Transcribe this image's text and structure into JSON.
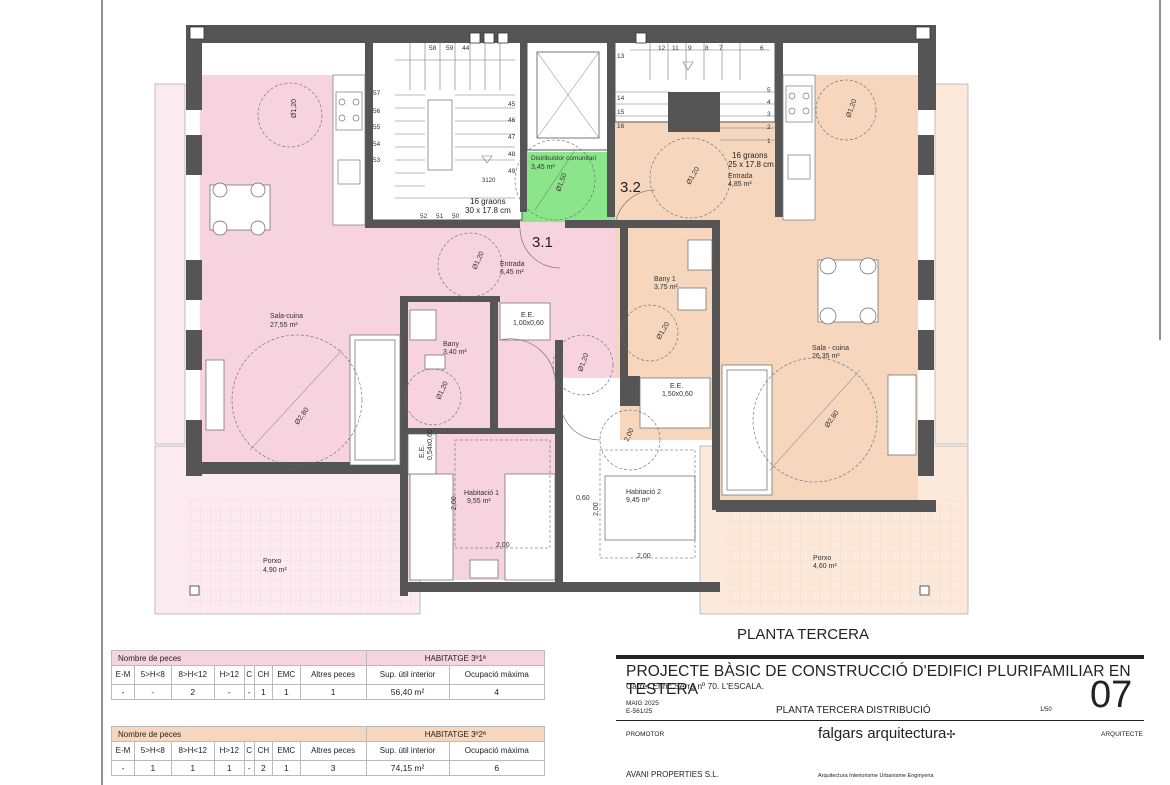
{
  "rooms": {
    "sala_cuina_1": {
      "name": "Sala-cuina",
      "area": "27,55 m²",
      "circle": "Ø2,80"
    },
    "entrada_1": {
      "name": "Entrada",
      "area": "6,45 m²",
      "circle": "Ø1,20"
    },
    "bany_1": {
      "name": "Bany",
      "area": "3,40 m²",
      "circle": "Ø1,20"
    },
    "ee_1": {
      "name": "E.E.",
      "dims": "1,00x0,60"
    },
    "ee_small": {
      "name": "E.E.",
      "dims": "0,54x0,60"
    },
    "habitacio_1": {
      "name": "Habitació 1",
      "area": "9,55 m²",
      "dim_v": "2,00",
      "dim_h": "2,00"
    },
    "porxo_1": {
      "name": "Porxo",
      "area": "4,90 m²"
    },
    "distribuidor": {
      "name": "Distribuïdor comunitari",
      "area": "3,45 m²",
      "circle": "Ø1,50"
    },
    "stairs_1": {
      "name": "16 graons",
      "dims": "30 x 17.8 cm",
      "level": "3120"
    },
    "entrada_2": {
      "name": "Entrada",
      "area": "4,85 m²",
      "circle": "Ø1,20"
    },
    "stairs_2": {
      "name": "16 graons",
      "dims": "25 x 17.8 cm"
    },
    "bany_2": {
      "name": "Bany 1",
      "area": "3,75 m²",
      "circle": "Ø1,20"
    },
    "ee_2": {
      "name": "E.E.",
      "dims": "1,50x0,60"
    },
    "habitacio_2": {
      "name": "Habitació 2",
      "area": "9,45 m²",
      "dim_v": "2,00",
      "dim_h": "2,00",
      "dim_side": "0,60"
    },
    "sala_cuina_2": {
      "name": "Sala - cuina",
      "area": "26,35 m²",
      "circle": "Ø2,80"
    },
    "porxo_2": {
      "name": "Porxo",
      "area": "4,60 m²"
    }
  },
  "unit_labels": {
    "u1": "3.1",
    "u2": "3.2"
  },
  "step_numbers_left_top": [
    "58",
    "59",
    "44"
  ],
  "step_numbers_left_l": [
    "57",
    "56",
    "55",
    "54",
    "53"
  ],
  "step_numbers_left_r": [
    "45",
    "46",
    "47",
    "48",
    "49"
  ],
  "step_numbers_left_bottom": [
    "52",
    "51",
    "50"
  ],
  "step_numbers_right_top": [
    "12",
    "11",
    "9",
    "8",
    "7",
    "6"
  ],
  "step_numbers_right_l": [
    "13",
    "14",
    "15",
    "16"
  ],
  "step_numbers_right_r": [
    "5",
    "4",
    "3",
    "2",
    "1"
  ],
  "plan_title": "PLANTA TERCERA",
  "table1": {
    "left_header": "Nombre de peces",
    "right_header": "HABITATGE 3º1ª",
    "columns": [
      "E-M",
      "5>H<8",
      "8>H<12",
      "H>12",
      "C",
      "CH",
      "EMC",
      "Altres peces",
      "Sup. útil interior",
      "Ocupació màxima"
    ],
    "values": [
      "-",
      "-",
      "2",
      "-",
      "-",
      "1",
      "1",
      "1",
      "56,40 m²",
      "4"
    ]
  },
  "table2": {
    "left_header": "Nombre de peces",
    "right_header": "HABITATGE 3º2ª",
    "columns": [
      "E-M",
      "5>H<8",
      "8>H<12",
      "H>12",
      "C",
      "CH",
      "EMC",
      "Altres peces",
      "Sup. útil interior",
      "Ocupació màxima"
    ],
    "values": [
      "-",
      "1",
      "1",
      "1",
      "-",
      "2",
      "1",
      "3",
      "74,15 m²",
      "6"
    ]
  },
  "title_block": {
    "project": "PROJECTE BÀSIC DE CONSTRUCCIÓ D'EDIFICI PLURIFAMILIAR EN TESTERA",
    "address": "Carrer Enric Serra nº 70. L'ESCALA.",
    "date": "MAIG 2025",
    "code": "E-561/25",
    "drawing": "PLANTA TERCERA DISTRIBUCIÓ",
    "scale": "1/50",
    "sheet": "07",
    "promotor_label": "PROMOTOR",
    "architect_label": "ARQUITECTE",
    "firm": "falgars arquitectura",
    "promotor": "AVANI PROPERTIES S.L.",
    "services": "Arquitectura  Interiorisme  Urbanisme  Enginyeria"
  },
  "colors": {
    "unit1": "#f6d3df",
    "unit2": "#f6d7bd",
    "common": "#8be58b",
    "wall": "#555555"
  }
}
